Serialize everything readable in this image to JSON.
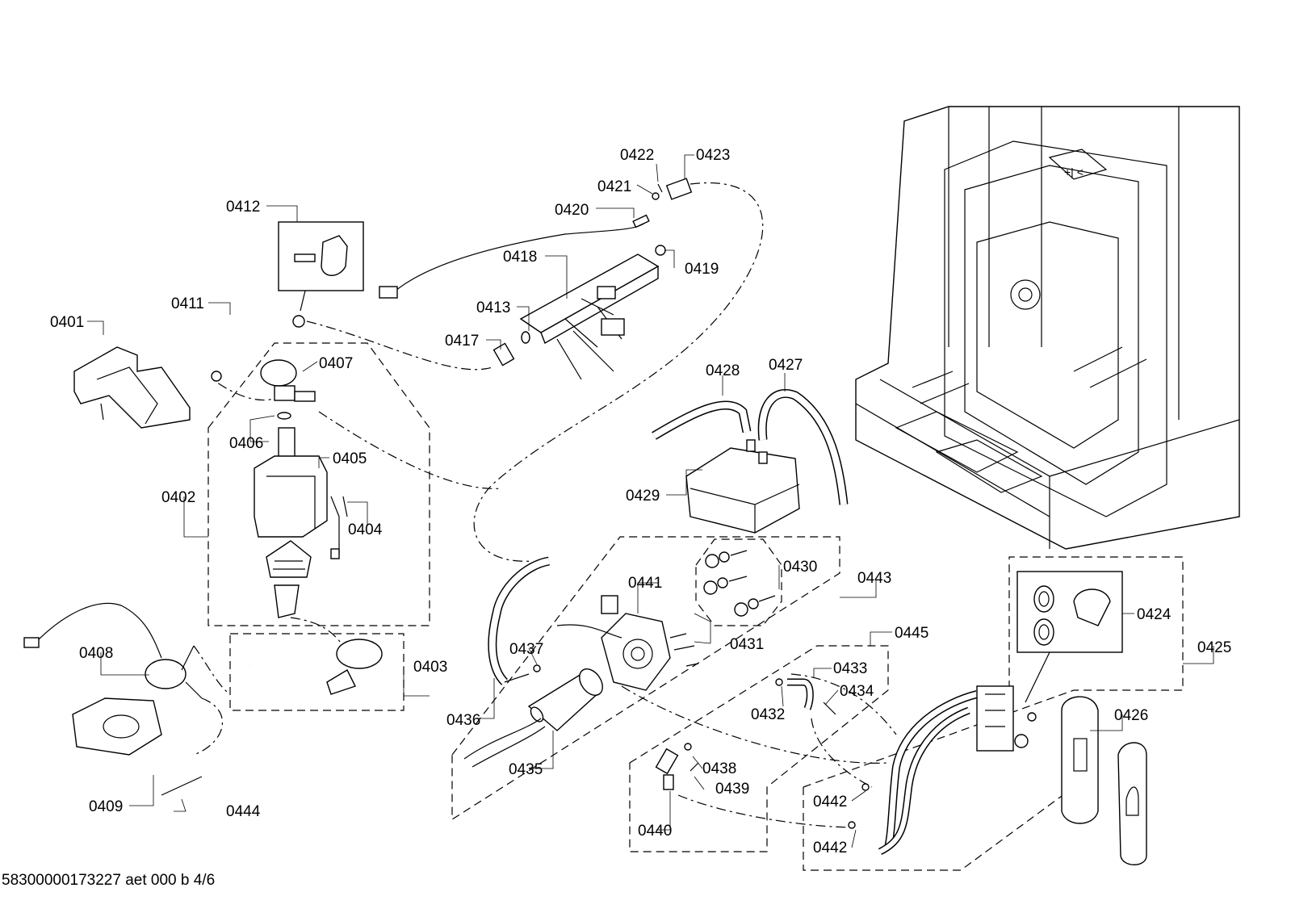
{
  "footer": "58300000173227 aet 000 b 4/6",
  "callouts": [
    {
      "id": "0401",
      "text": "0401"
    },
    {
      "id": "0402",
      "text": "0402"
    },
    {
      "id": "0403",
      "text": "0403"
    },
    {
      "id": "0404",
      "text": "0404"
    },
    {
      "id": "0405",
      "text": "0405"
    },
    {
      "id": "0406",
      "text": "0406"
    },
    {
      "id": "0407",
      "text": "0407"
    },
    {
      "id": "0408",
      "text": "0408"
    },
    {
      "id": "0409",
      "text": "0409"
    },
    {
      "id": "0411",
      "text": "0411"
    },
    {
      "id": "0412",
      "text": "0412"
    },
    {
      "id": "0413",
      "text": "0413"
    },
    {
      "id": "0417",
      "text": "0417"
    },
    {
      "id": "0418",
      "text": "0418"
    },
    {
      "id": "0419",
      "text": "0419"
    },
    {
      "id": "0420",
      "text": "0420"
    },
    {
      "id": "0421",
      "text": "0421"
    },
    {
      "id": "0422",
      "text": "0422"
    },
    {
      "id": "0423",
      "text": "0423"
    },
    {
      "id": "0424",
      "text": "0424"
    },
    {
      "id": "0425",
      "text": "0425"
    },
    {
      "id": "0426",
      "text": "0426"
    },
    {
      "id": "0427",
      "text": "0427"
    },
    {
      "id": "0428",
      "text": "0428"
    },
    {
      "id": "0429",
      "text": "0429"
    },
    {
      "id": "0430",
      "text": "0430"
    },
    {
      "id": "0431",
      "text": "0431"
    },
    {
      "id": "0432",
      "text": "0432"
    },
    {
      "id": "0433",
      "text": "0433"
    },
    {
      "id": "0434",
      "text": "0434"
    },
    {
      "id": "0435",
      "text": "0435"
    },
    {
      "id": "0436",
      "text": "0436"
    },
    {
      "id": "0437",
      "text": "0437"
    },
    {
      "id": "0438",
      "text": "0438"
    },
    {
      "id": "0439",
      "text": "0439"
    },
    {
      "id": "0440",
      "text": "0440"
    },
    {
      "id": "0441",
      "text": "0441"
    },
    {
      "id": "0442a",
      "text": "0442"
    },
    {
      "id": "0442b",
      "text": "0442"
    },
    {
      "id": "0443",
      "text": "0443"
    },
    {
      "id": "0444",
      "text": "0444"
    },
    {
      "id": "0445",
      "text": "0445"
    }
  ]
}
